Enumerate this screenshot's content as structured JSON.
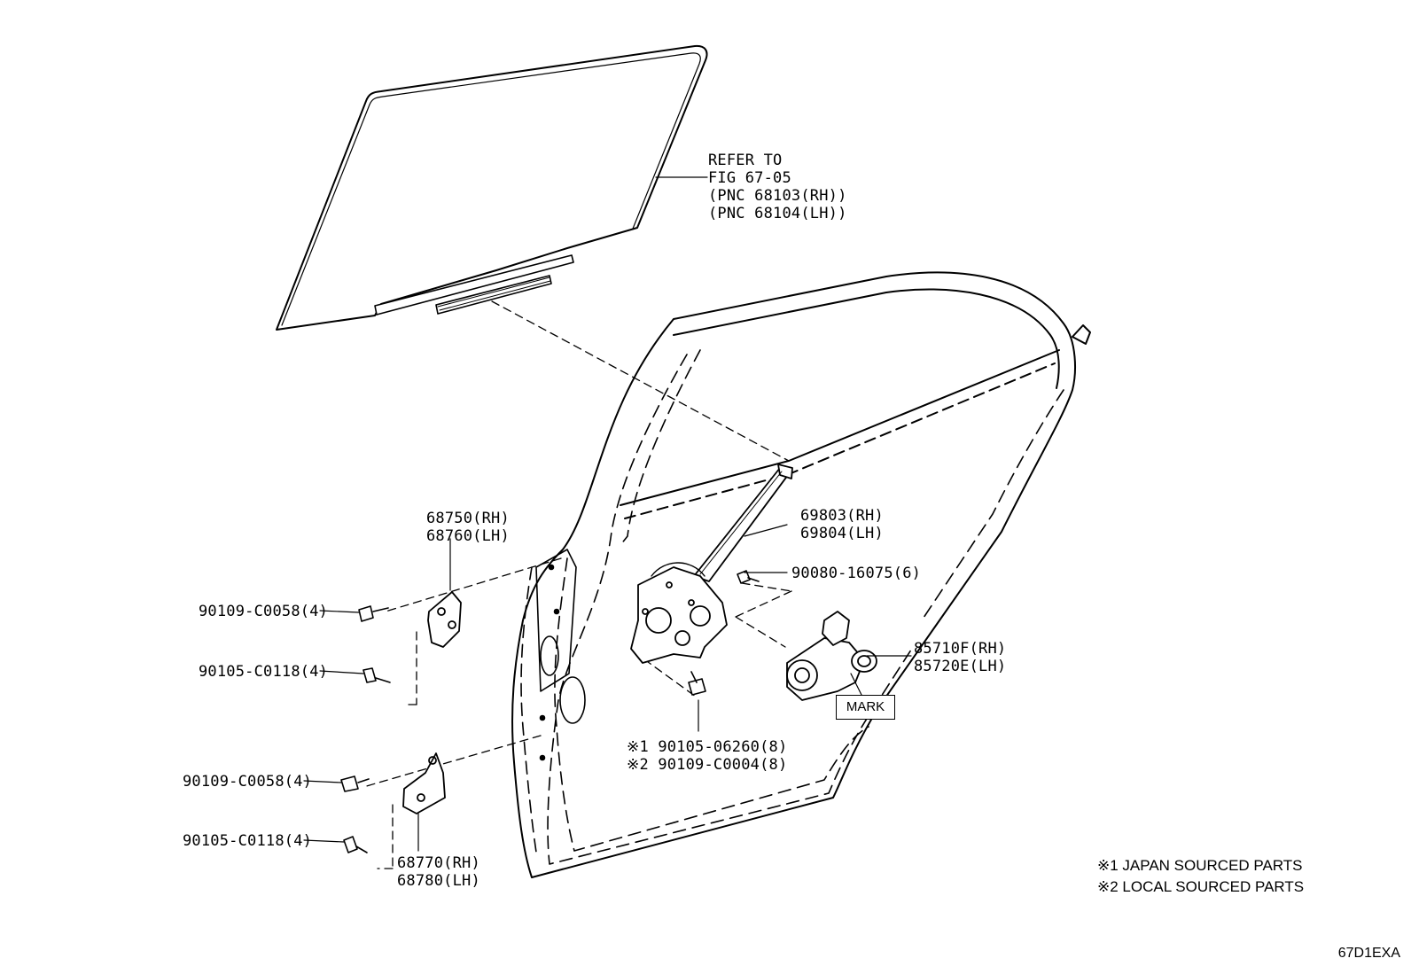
{
  "diagram": {
    "refer_note": [
      "REFER TO",
      "FIG 67-05",
      "(PNC 68103(RH))",
      "(PNC 68104(LH))"
    ],
    "parts": {
      "upper_hinge": [
        "68750(RH)",
        "68760(LH)"
      ],
      "lower_hinge": [
        "68770(RH)",
        "68780(LH)"
      ],
      "regulator": [
        "69803(RH)",
        "69804(LH)"
      ],
      "motor": [
        "85710F(RH)",
        "85720E(LH)"
      ],
      "bolt_upper": "90109-C0058(4)",
      "bolt_upper_2": "90105-C0118(4)",
      "bolt_lower": "90109-C0058(4)",
      "bolt_lower_2": "90105-C0118(4)",
      "regulator_bolt": "90080-16075(6)",
      "motor_bolt_1": "※1 90105-06260(8)",
      "motor_bolt_2": "※2 90109-C0004(8)"
    },
    "mark_label": "MARK",
    "footnotes": [
      "※1 JAPAN SOURCED PARTS",
      "※2 LOCAL SOURCED PARTS"
    ],
    "figure_code": "67D1EXA"
  }
}
